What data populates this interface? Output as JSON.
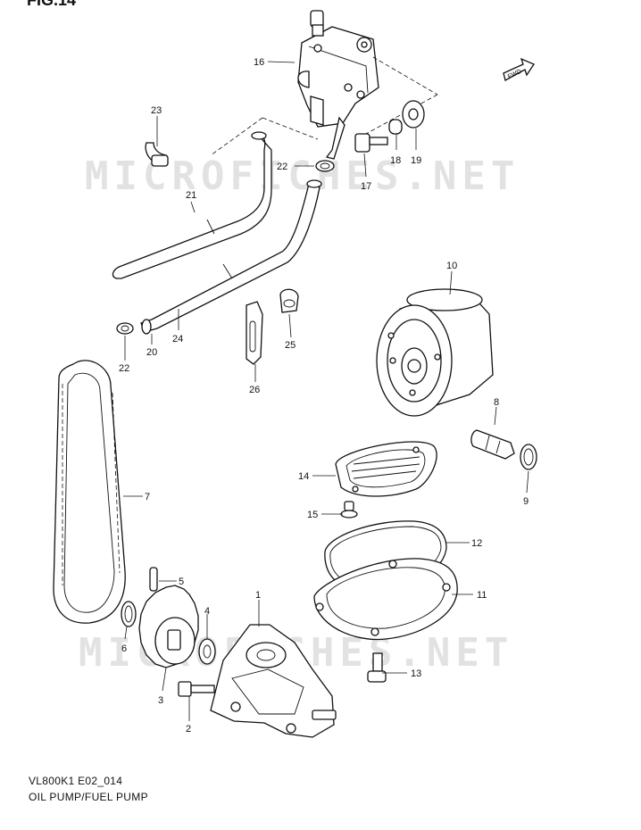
{
  "figure": {
    "title": "FIG.14"
  },
  "watermark": "MICROFICHES.NET",
  "footer": {
    "model_code": "VL800K1 E02_014",
    "caption": "OIL PUMP/FUEL PUMP"
  },
  "front_arrow": {
    "label": "FWD"
  },
  "callouts": [
    {
      "id": "c1",
      "label": "1"
    },
    {
      "id": "c2",
      "label": "2"
    },
    {
      "id": "c3",
      "label": "3"
    },
    {
      "id": "c4",
      "label": "4"
    },
    {
      "id": "c5",
      "label": "5"
    },
    {
      "id": "c6",
      "label": "6"
    },
    {
      "id": "c7",
      "label": "7"
    },
    {
      "id": "c8",
      "label": "8"
    },
    {
      "id": "c9",
      "label": "9"
    },
    {
      "id": "c10",
      "label": "10"
    },
    {
      "id": "c11",
      "label": "11"
    },
    {
      "id": "c12",
      "label": "12"
    },
    {
      "id": "c13",
      "label": "13"
    },
    {
      "id": "c14",
      "label": "14"
    },
    {
      "id": "c15",
      "label": "15"
    },
    {
      "id": "c16",
      "label": "16"
    },
    {
      "id": "c17",
      "label": "17"
    },
    {
      "id": "c18",
      "label": "18"
    },
    {
      "id": "c19",
      "label": "19"
    },
    {
      "id": "c20",
      "label": "20"
    },
    {
      "id": "c21",
      "label": "21"
    },
    {
      "id": "c22a",
      "label": "22"
    },
    {
      "id": "c22b",
      "label": "22"
    },
    {
      "id": "c23",
      "label": "23"
    },
    {
      "id": "c24",
      "label": "24"
    },
    {
      "id": "c25",
      "label": "25"
    },
    {
      "id": "c26",
      "label": "26"
    }
  ]
}
